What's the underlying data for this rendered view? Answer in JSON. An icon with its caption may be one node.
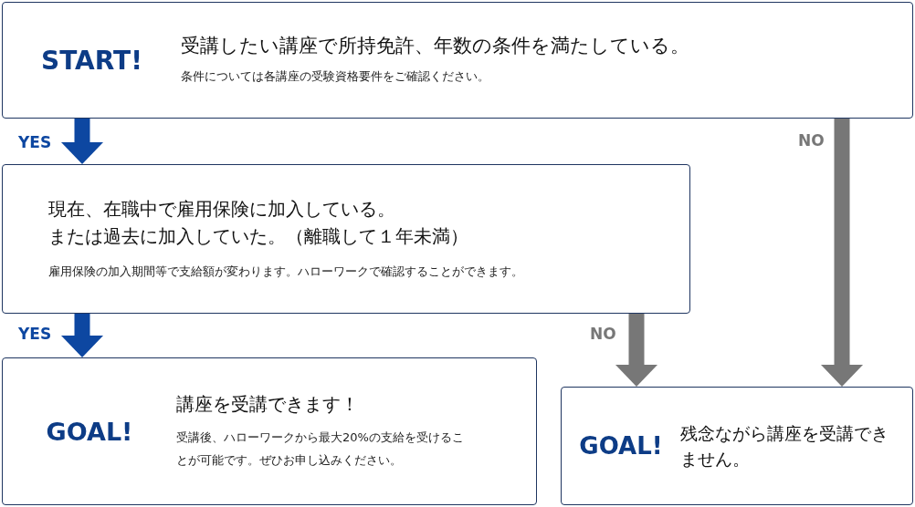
{
  "diagram": {
    "nodes": [
      {
        "text": [
          "START!",
          "受講したい講座で所持免許、年数の条件を満たしている。",
          "条件については各講座の受験資格要件をご確認ください。"
        ]
      },
      {
        "text": [
          "現在、在職中で雇用保険に加入している。または過去に加入していた。（離職して１年未満）",
          "雇用保険の加入期間等で支給額が変わります。ハローワークで確認することができます。"
        ]
      },
      {
        "text": [
          "GOAL!",
          "講座を受講できます！",
          "受講後、ハローワークから最大20%の支給を受けることが可能です。ぜひお申し込みください。"
        ]
      },
      {
        "text": [
          "GOAL!",
          "残念ながら講座を受講できません。"
        ]
      }
    ],
    "edges": [
      {
        "from": 0,
        "to": 1,
        "arrow": "to",
        "label": "YES"
      },
      {
        "from": 1,
        "to": 2,
        "arrow": "to",
        "label": "YES"
      },
      {
        "from": 0,
        "to": 3,
        "arrow": "to",
        "label": "NO",
        "color": "#777777"
      },
      {
        "from": 1,
        "to": 3,
        "arrow": "to",
        "label": "NO",
        "color": "#777777"
      }
    ]
  }
}
